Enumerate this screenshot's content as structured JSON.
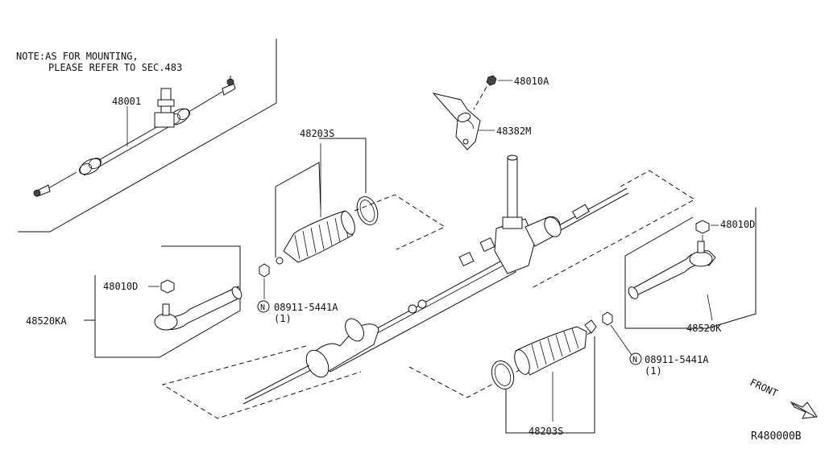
{
  "note": {
    "line1": "NOTE:AS FOR MOUNTING,",
    "line2": "PLEASE REFER TO SEC.483"
  },
  "labels": {
    "steering_gear_assy": "48001",
    "boot_upper": "48203S",
    "boot_lower": "48203S",
    "bolt_top": "48010A",
    "bracket": "48382M",
    "nut_right": "48010D",
    "nut_left": "48010D",
    "tie_rod_end_left": "48520KA",
    "tie_rod_end_right": "48520K",
    "nut_part_upper": "08911-5441A",
    "nut_qty_upper": "(1)",
    "nut_part_lower": "08911-5441A",
    "nut_qty_lower": "(1)",
    "symbol_n": "N",
    "front": "FRONT",
    "diagram_code": "R480000B"
  },
  "icons": [
    "front-arrow-icon",
    "nut-symbol-icon"
  ]
}
